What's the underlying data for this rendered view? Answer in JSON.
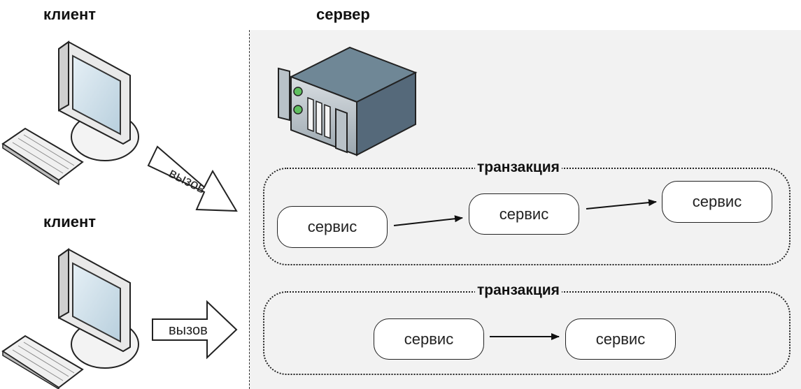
{
  "clients": [
    {
      "label": "клиент",
      "call_label": "вызов"
    },
    {
      "label": "клиент",
      "call_label": "вызов"
    }
  ],
  "server": {
    "label": "сервер"
  },
  "transactions": [
    {
      "title": "транзакция",
      "services": [
        "сервис",
        "сервис",
        "сервис"
      ]
    },
    {
      "title": "транзакция",
      "services": [
        "сервис",
        "сервис"
      ]
    }
  ],
  "colors": {
    "server_bg": "#f2f2f2",
    "server_body": "#7a8e9a",
    "monitor_screen": "#cfe1ec",
    "led": "#5fbf5f"
  },
  "icons": [
    "computer-icon",
    "server-rack-icon",
    "arrow-icon"
  ]
}
